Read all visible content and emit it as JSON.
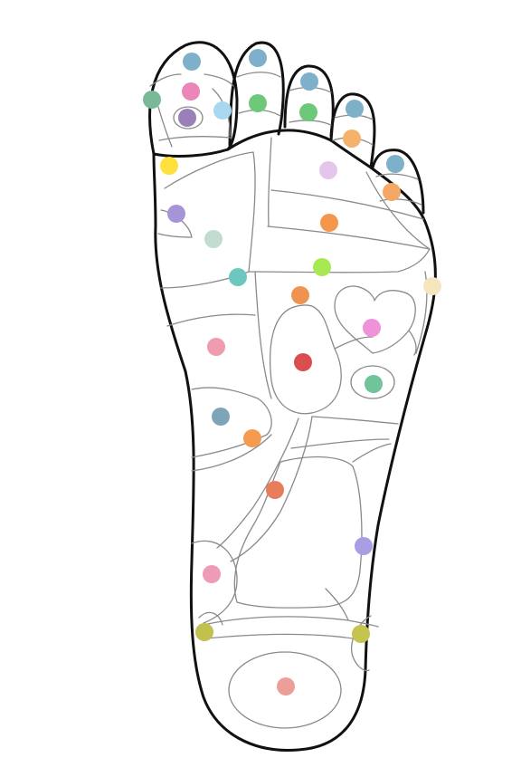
{
  "diagram": {
    "points": [
      {
        "id": "p1",
        "color": "#7fb0c9"
      },
      {
        "id": "p2",
        "color": "#ea86b8"
      },
      {
        "id": "p3",
        "color": "#7ab997"
      },
      {
        "id": "p4",
        "color": "#9a7fb8"
      },
      {
        "id": "p5",
        "color": "#a8d8ef"
      },
      {
        "id": "p6",
        "color": "#7fb0c9"
      },
      {
        "id": "p7",
        "color": "#6ec87a"
      },
      {
        "id": "p8",
        "color": "#7fb0c9"
      },
      {
        "id": "p9",
        "color": "#6ec87a"
      },
      {
        "id": "p10",
        "color": "#7fb0c9"
      },
      {
        "id": "p11",
        "color": "#f5b26b"
      },
      {
        "id": "p12",
        "color": "#7fb0c9"
      },
      {
        "id": "p13",
        "color": "#f5a866"
      },
      {
        "id": "p14",
        "color": "#ffe03c"
      },
      {
        "id": "p15",
        "color": "#e4c5eb"
      },
      {
        "id": "p16",
        "color": "#a694d9"
      },
      {
        "id": "p17",
        "color": "#c2ddd0"
      },
      {
        "id": "p18",
        "color": "#f5974a"
      },
      {
        "id": "p19",
        "color": "#a8e853"
      },
      {
        "id": "p20",
        "color": "#6cc7c1"
      },
      {
        "id": "p21",
        "color": "#f5e6c0"
      },
      {
        "id": "p22",
        "color": "#ef9450"
      },
      {
        "id": "p23",
        "color": "#ef92d9"
      },
      {
        "id": "p24",
        "color": "#ef9bb0"
      },
      {
        "id": "p25",
        "color": "#d94f4f"
      },
      {
        "id": "p26",
        "color": "#70c49c"
      },
      {
        "id": "p27",
        "color": "#7fa4b8"
      },
      {
        "id": "p28",
        "color": "#f59a4f"
      },
      {
        "id": "p29",
        "color": "#e87d5b"
      },
      {
        "id": "p30",
        "color": "#a99ee3"
      },
      {
        "id": "p31",
        "color": "#ef9bb8"
      },
      {
        "id": "p32",
        "color": "#c0c14f"
      },
      {
        "id": "p33",
        "color": "#c4c44f"
      },
      {
        "id": "p34",
        "color": "#ec9e98"
      }
    ]
  }
}
